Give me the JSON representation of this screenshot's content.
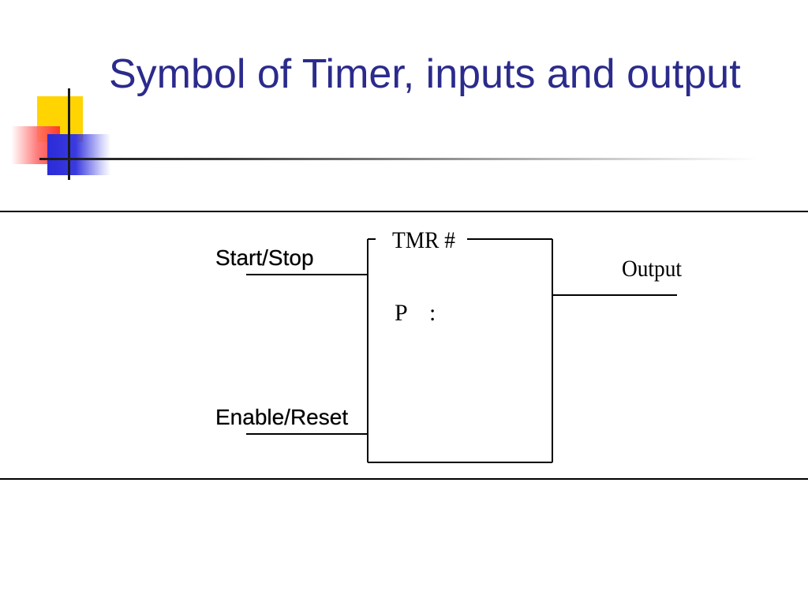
{
  "slide": {
    "title": "Symbol of Timer, inputs and output",
    "title_color": "#2b2b8c"
  },
  "diagram": {
    "inputs": {
      "start_stop": "Start/Stop",
      "enable_reset": "Enable/Reset"
    },
    "block": {
      "header": "TMR #",
      "preset_letter": "P",
      "preset_colon": ":"
    },
    "output": "Output"
  },
  "decor": {
    "accent_yellow": "#ffd400",
    "accent_red": "#ff2b2b",
    "accent_blue": "#2b2bd8"
  }
}
